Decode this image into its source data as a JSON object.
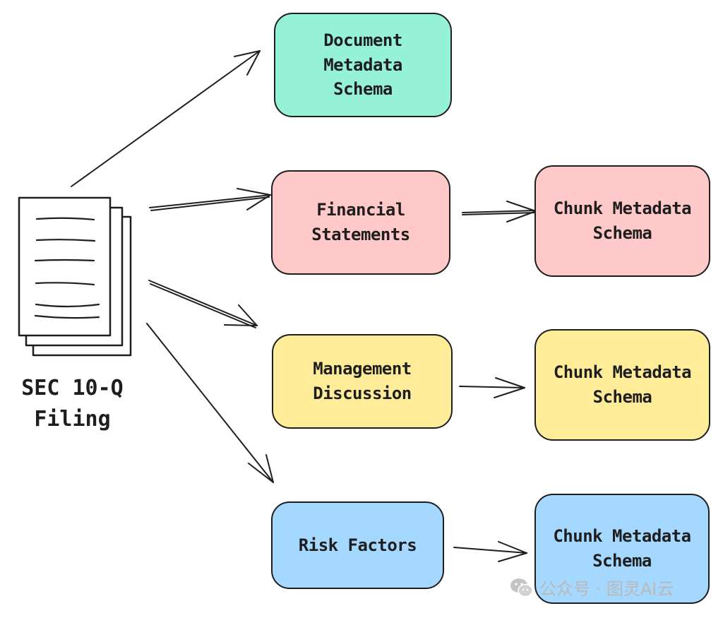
{
  "colors": {
    "stroke": "#1e1e1e",
    "green": "#96f2d7",
    "red": "#ffc9c9",
    "yellow": "#ffec99",
    "blue": "#a5d8ff"
  },
  "source": {
    "icon": "document-stack-icon",
    "label": "SEC 10-Q\nFiling"
  },
  "nodes": {
    "document_metadata": "Document\nMetadata\nSchema",
    "financial_statements": "Financial\nStatements",
    "management_discussion": "Management\nDiscussion",
    "risk_factors": "Risk Factors",
    "chunk_financial": "Chunk Metadata\nSchema",
    "chunk_management": "Chunk Metadata\nSchema",
    "chunk_risk": "Chunk Metadata\nSchema"
  },
  "watermark": {
    "icon": "wechat-icon",
    "text": "公众号 · 图灵AI云"
  }
}
